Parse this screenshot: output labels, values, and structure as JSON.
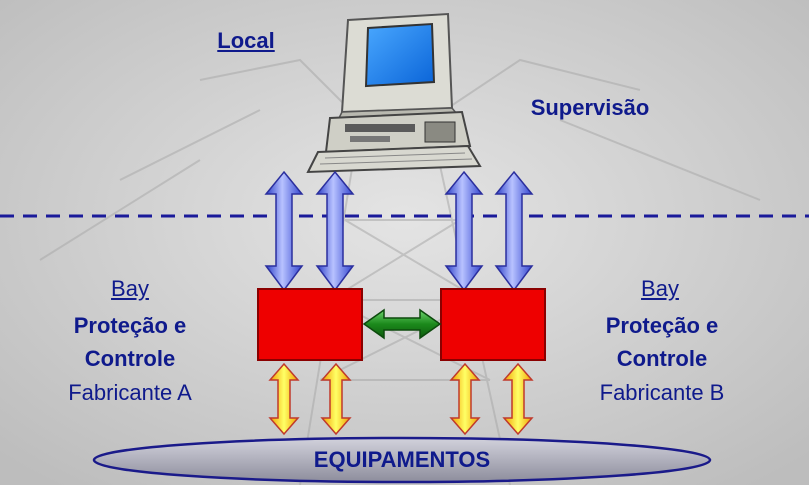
{
  "top": {
    "local_label": "Local",
    "supervision_label": "Supervisão"
  },
  "left_bay": {
    "bay_label": "Bay",
    "title_line1": "Proteção e",
    "title_line2": "Controle",
    "maker": "Fabricante A"
  },
  "right_bay": {
    "bay_label": "Bay",
    "title_line1": "Proteção e",
    "title_line2": "Controle",
    "maker": "Fabricante B"
  },
  "equipment": {
    "label": "EQUIPAMENTOS"
  },
  "colors": {
    "bay_box": "#ee0000",
    "supervision_arrow": "#5a6ee8",
    "peer_arrow": "#1f8a1f",
    "equipment_arrow": "#f5e832",
    "equipment_ellipse": "#a8a8b8",
    "text_blue": "#0f1a8c"
  }
}
